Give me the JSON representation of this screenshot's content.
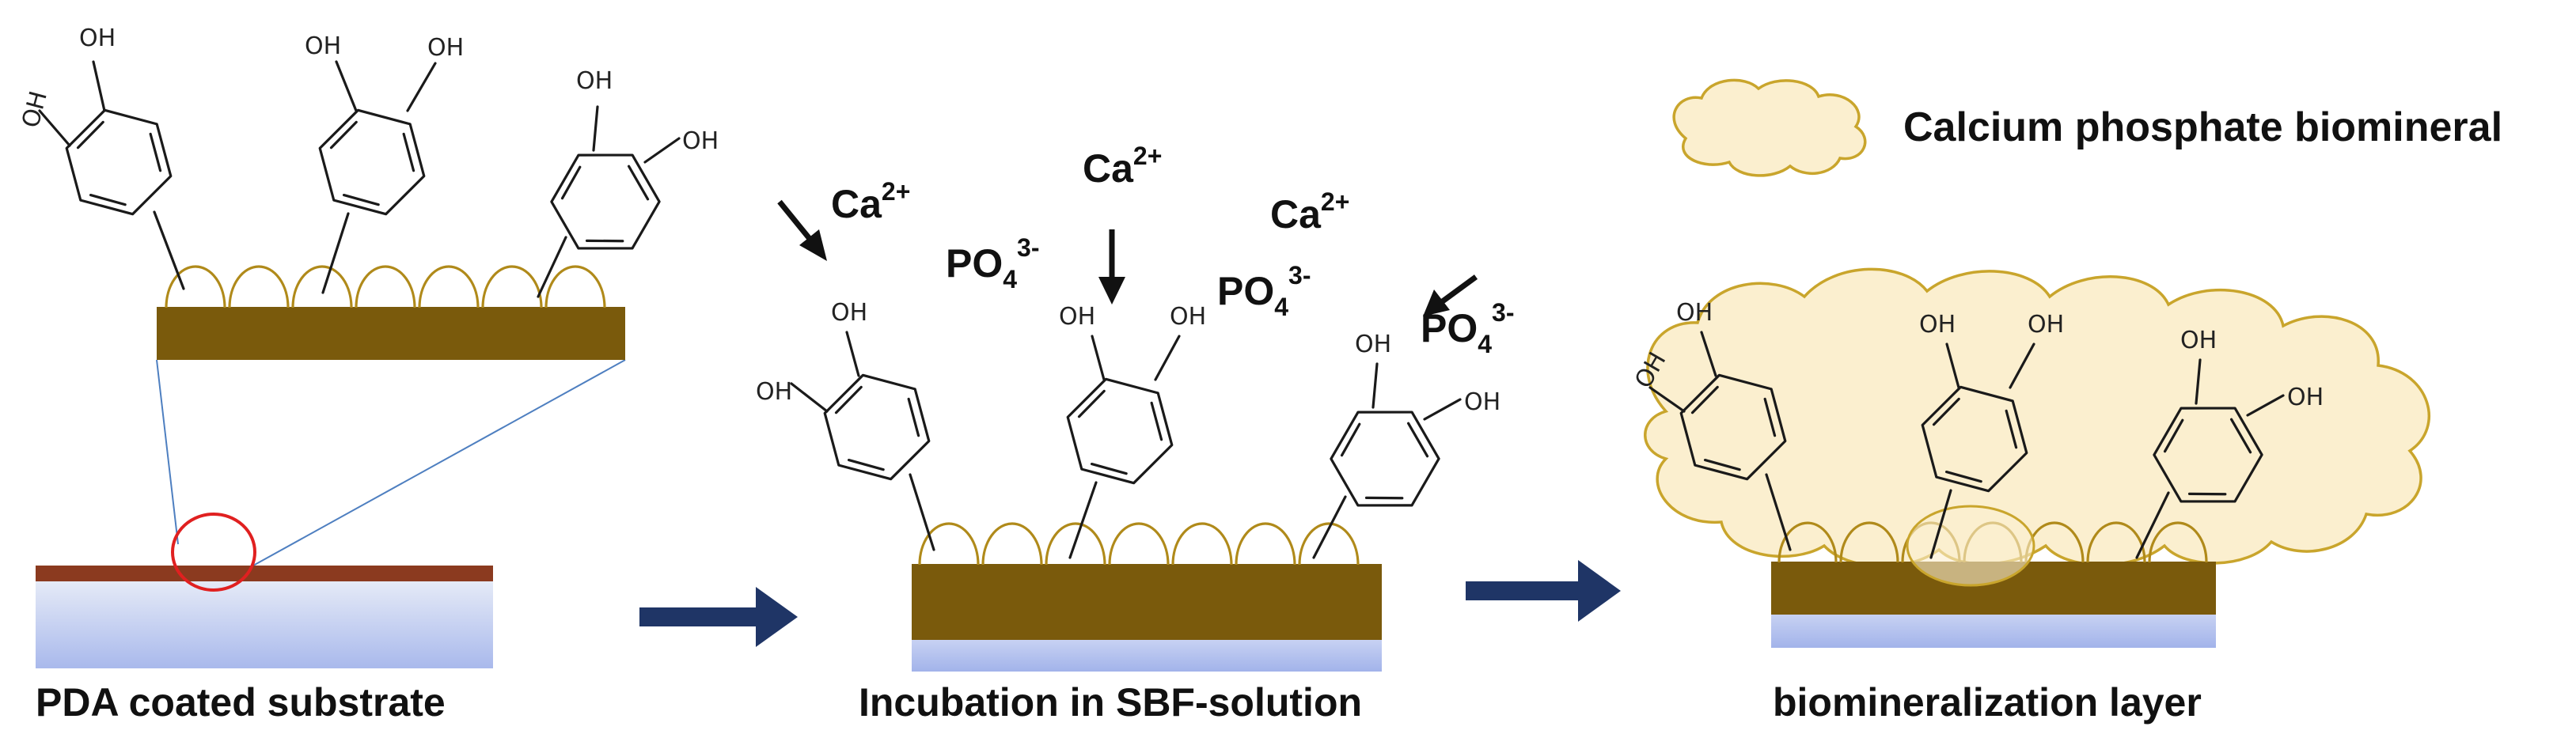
{
  "legend": {
    "label": "Calcium phosphate biomineral"
  },
  "panels": [
    {
      "caption": "PDA coated substrate"
    },
    {
      "caption": "Incubation in SBF-solution"
    },
    {
      "caption": "biomineralization layer"
    }
  ],
  "groups": {
    "hydroxyl": "OH"
  },
  "ions": {
    "calcium": {
      "base": "Ca",
      "charge": "2+"
    },
    "phosphate": {
      "base": "PO",
      "sub": "4",
      "charge": "3-"
    }
  },
  "colors": {
    "pda_layer": "#7a5a0c",
    "thin_pda": "#8b3a1f",
    "substrate_top": "#e6ebf7",
    "substrate_bottom": "#a9b9ec",
    "arc": "#b08a1a",
    "arrow": "#1f3566",
    "mineral_fill": "#fbefcf",
    "mineral_stroke": "#c9a52c",
    "zoom_circle": "#e02020",
    "zoom_lines": "#4e7fc0"
  }
}
